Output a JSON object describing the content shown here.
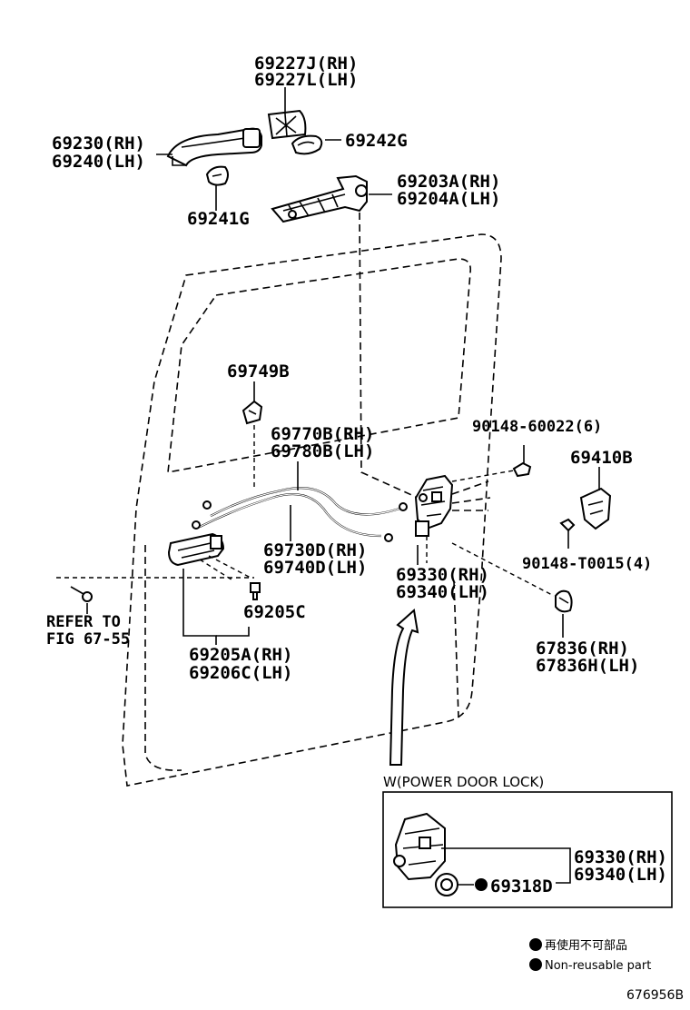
{
  "labels": {
    "p69227": [
      "69227J(RH)",
      "69227L(LH)"
    ],
    "p69230": [
      "69230(RH)",
      "69240(LH)"
    ],
    "p69242": "69242G",
    "p69241": "69241G",
    "p69203": [
      "69203A(RH)",
      "69204A(LH)"
    ],
    "p69749": "69749B",
    "p69770": [
      "69770B(RH)",
      "69780B(LH)"
    ],
    "p90148a": "90148-60022(6)",
    "p69410": "69410B",
    "p69730": [
      "69730D(RH)",
      "69740D(LH)"
    ],
    "p90148b": "90148-T0015(4)",
    "refer": [
      "REFER TO",
      "FIG 67-55"
    ],
    "p69205c": "69205C",
    "p69330": [
      "69330(RH)",
      "69340(LH)"
    ],
    "p67836": [
      "67836(RH)",
      "67836H(LH)"
    ],
    "p69205a": [
      "69205A(RH)",
      "69206C(LH)"
    ]
  },
  "inset": {
    "title": "W(POWER DOOR LOCK)",
    "lock_label": [
      "69330(RH)",
      "69340(LH)"
    ],
    "part_label": "69318D"
  },
  "legend": {
    "jp": "再使用不可部品",
    "en": "Non-reusable part"
  },
  "figure_id": "676956B"
}
